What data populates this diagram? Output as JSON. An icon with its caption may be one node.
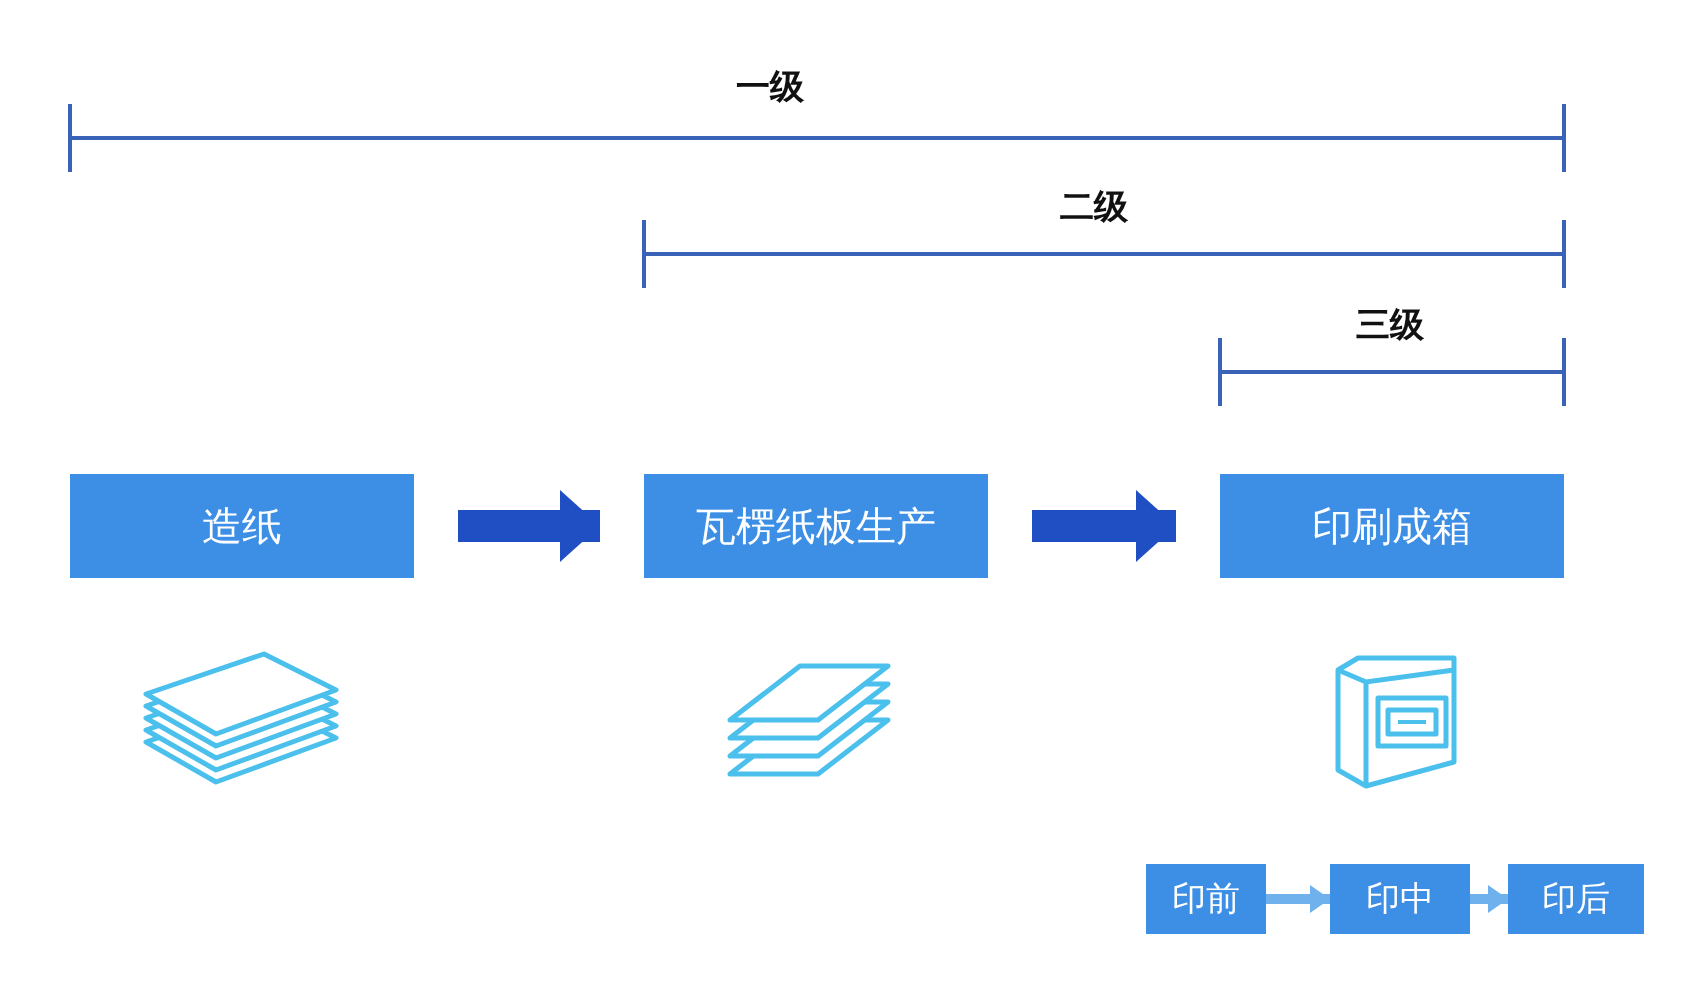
{
  "diagram": {
    "nodes": [
      {
        "text": [
          "造纸"
        ]
      },
      {
        "text": [
          "瓦楞纸板生产"
        ]
      },
      {
        "text": [
          "印刷成箱"
        ]
      },
      {
        "text": [
          "印前"
        ]
      },
      {
        "text": [
          "印中"
        ]
      },
      {
        "text": [
          "印后"
        ]
      }
    ],
    "edges": [
      {
        "from": 0,
        "to": 1,
        "arrow": "to",
        "style": "thick",
        "color": "#1f4fc2"
      },
      {
        "from": 1,
        "to": 2,
        "arrow": "to",
        "style": "thick",
        "color": "#1f4fc2"
      },
      {
        "from": 3,
        "to": 4,
        "arrow": "to",
        "color": "#6fb1ec"
      },
      {
        "from": 4,
        "to": 5,
        "arrow": "to",
        "color": "#6fb1ec"
      }
    ],
    "labels": [
      "一级",
      "二级",
      "三级"
    ]
  }
}
